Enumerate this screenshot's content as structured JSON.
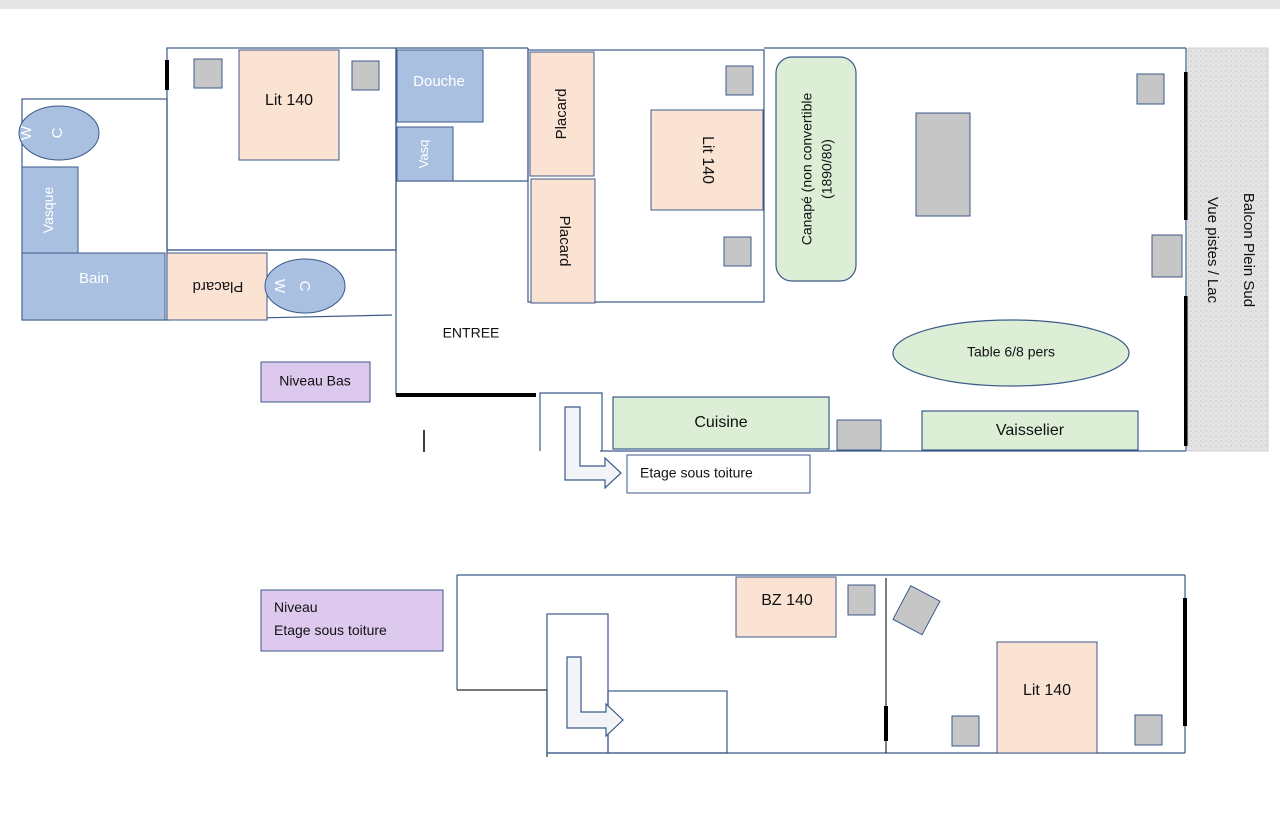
{
  "rooms": {
    "lit_140_top_left": "Lit 140",
    "lit_140_center": "Lit 140",
    "lit_140_bottom": "Lit 140",
    "bz_140": "BZ 140",
    "douche": "Douche",
    "vasq": "Vasq",
    "vasque": "Vasque",
    "bain": "Bain",
    "wc_top_w": "W",
    "wc_top_c": "C",
    "wc_mid_w": "W",
    "wc_mid_c": "C",
    "placard_1": "Placard",
    "placard_2": "Placard",
    "placard_3": "Placard",
    "canape_line1": "Canapé (non convertible",
    "canape_line2": "(1890/80)",
    "table": "Table 6/8 pers",
    "cuisine": "Cuisine",
    "vaisselier": "Vaisselier",
    "entree": "ENTREE",
    "etage_arrow_label": "Etage sous toiture",
    "balcon_line1": "Balcon Plein Sud",
    "balcon_line2": "Vue pistes / Lac"
  },
  "levels": {
    "niveau_bas": "Niveau Bas",
    "niveau_line1": "Niveau",
    "niveau_line2": "Etage sous toiture"
  },
  "colors": {
    "bed": "#fbe3d4",
    "bathroom": "#a9c0e1",
    "furniture_green": "#dcefd6",
    "fixture_grey": "#c6c6c6",
    "level_label": "#ddc9ee",
    "wall_line": "#3b5a8a",
    "balcony": "#e2e2e2"
  }
}
